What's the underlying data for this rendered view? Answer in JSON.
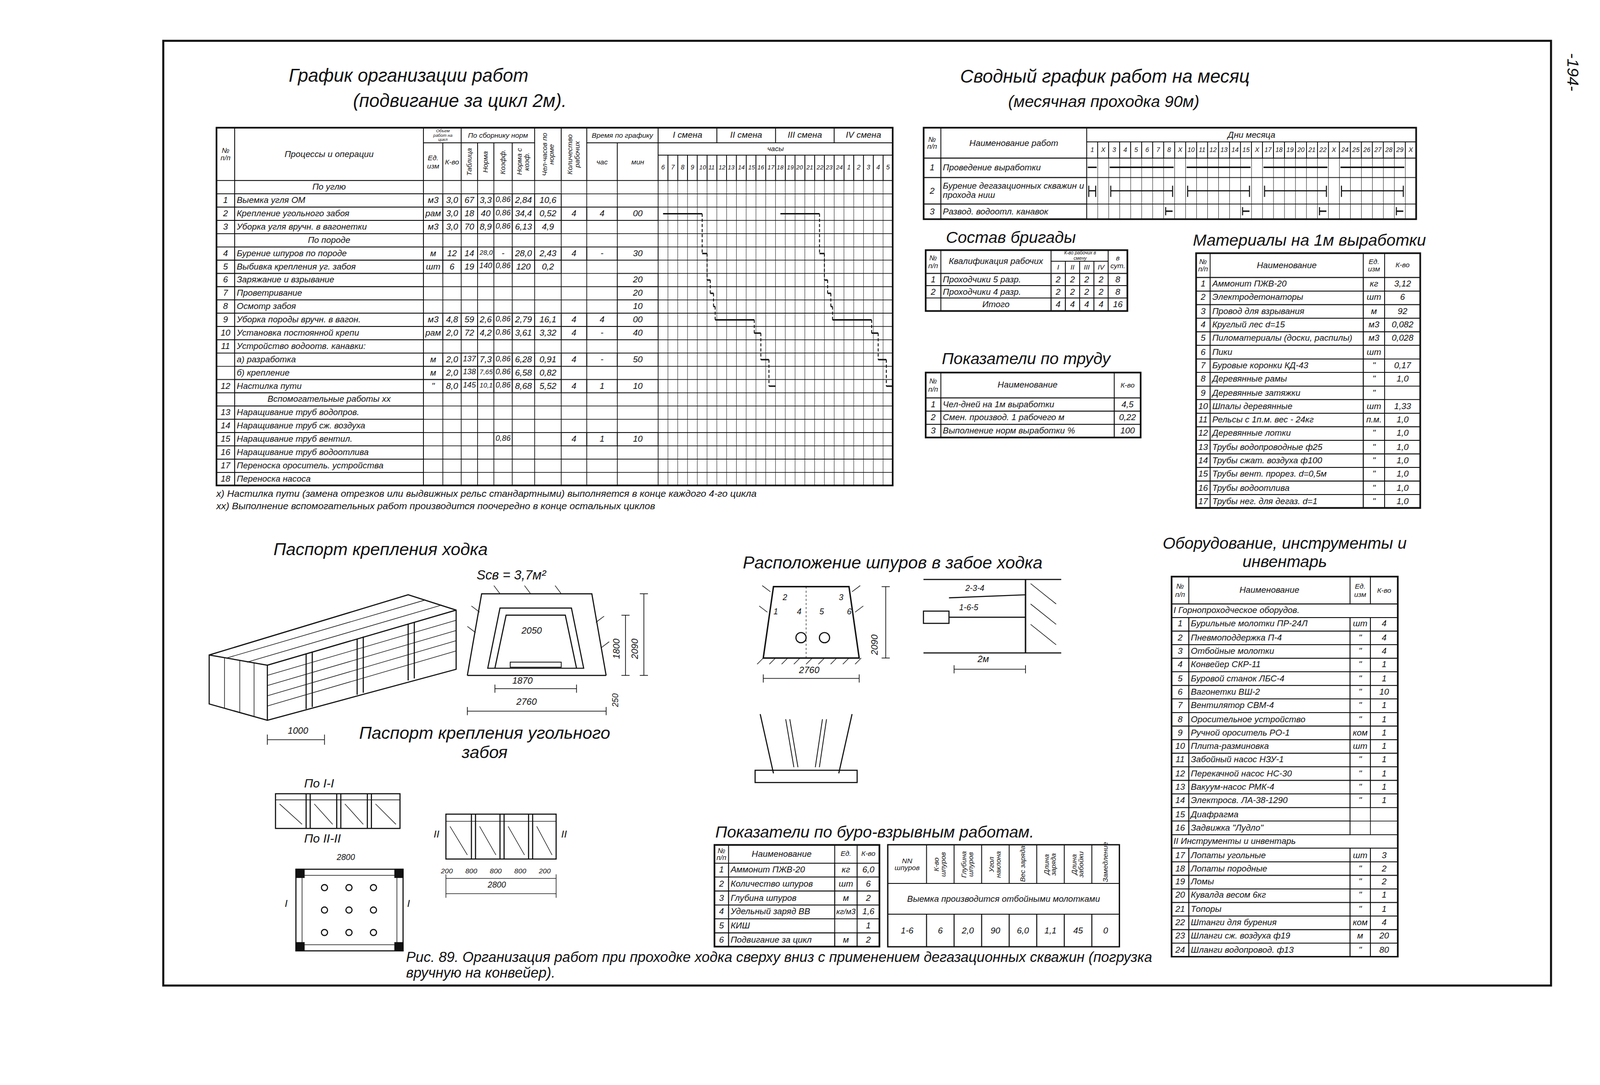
{
  "diagram": {
    "caption": "Рис. 89. Организация работ при проходке ходка сверху вниз с применением дегазационных скважин (погрузка вручную на конвейер).",
    "nodes": [
      {
        "text": [
          "График организации работ",
          "(подвигание за цикл 2м)."
        ]
      },
      {
        "text": [
          "Сводный график работ на месяц",
          "(месячная проходка 90м)"
        ]
      },
      {
        "text": [
          "Состав бригады"
        ]
      },
      {
        "text": [
          "Показатели по труду"
        ]
      },
      {
        "text": [
          "Материалы на 1м выработки"
        ]
      },
      {
        "text": [
          "Оборудование, инструменты и инвентарь"
        ]
      },
      {
        "text": [
          "Показатели по буро-взрывным работам."
        ]
      }
    ],
    "labels": [
      "-194-",
      "№ п/п",
      "Процессы и операции",
      "Объем работ на цикл",
      "Ед. изм",
      "К-во",
      "По сборнику норм",
      "Таблица",
      "Норма",
      "Коэфф.",
      "Норма с коэф.",
      "Чел-часов по норме",
      "Количество рабочих",
      "Время по графику",
      "час",
      "мин",
      "I смена",
      "II смена",
      "III смена",
      "IV смена",
      "часы",
      "6",
      "7",
      "8",
      "9",
      "10",
      "11",
      "12",
      "13",
      "14",
      "15",
      "16",
      "17",
      "18",
      "19",
      "20",
      "21",
      "22",
      "23",
      "24",
      "1",
      "2",
      "3",
      "4",
      "5",
      "По углю",
      "1",
      "Выемка угля ОМ",
      "м3",
      "3,0",
      "67",
      "3,3",
      "0,86",
      "2,84",
      "10,6",
      "2",
      "Крепление угольного забоя",
      "рам",
      "3,0",
      "18",
      "40",
      "0,86",
      "34,4",
      "0,52",
      "4",
      "4",
      "00",
      "3",
      "Уборка угля вручн. в вагонетки",
      "м3",
      "3,0",
      "70",
      "8,9",
      "0,86",
      "6,13",
      "4,9",
      "По породе",
      "4",
      "Бурение шпуров по породе",
      "м",
      "12",
      "14",
      "28,0",
      "-",
      "28,0",
      "2,43",
      "4",
      "-",
      "30",
      "5",
      "Выбивка крепления уг. забоя",
      "шт",
      "6",
      "19",
      "140",
      "0,86",
      "120",
      "0,2",
      "6",
      "Заряжание и взрывание",
      "20",
      "7",
      "Проветривание",
      "20",
      "8",
      "Осмотр забоя",
      "10",
      "9",
      "Уборка породы вручн. в вагон.",
      "м3",
      "4,8",
      "59",
      "2,6",
      "0,86",
      "2,79",
      "16,1",
      "4",
      "4",
      "00",
      "10",
      "Установка постоянной крепи",
      "рам",
      "2,0",
      "72",
      "4,2",
      "0,86",
      "3,61",
      "3,32",
      "4",
      "-",
      "40",
      "11",
      "Устройство водоотв. канавки:",
      "а) разработка",
      "м",
      "2,0",
      "137",
      "7,3",
      "0,86",
      "6,28",
      "0,91",
      "4",
      "-",
      "50",
      "б) крепление",
      "м",
      "2,0",
      "138",
      "7,65",
      "0,86",
      "6,58",
      "0,82",
      "12",
      "Настилка пути",
      "\"",
      "8,0",
      "145",
      "10,1",
      "0,86",
      "8,68",
      "5,52",
      "4",
      "1",
      "10",
      "Вспомогательные работы xx",
      "13",
      "Наращивание труб водопров.",
      "14",
      "Наращивание труб сж. воздуха",
      "15",
      "Наращивание труб вентил.",
      "0,86",
      "4",
      "1",
      "10",
      "16",
      "Наращивание труб водоотлива",
      "17",
      "Переноска ороситель. устройства",
      "18",
      "Переноска насоса",
      "x) Настилка пути (замена отрезков или выдвижных рельс стандартными) выполняется в конце каждого 4-го цикла",
      "xx) Выполнение вспомогательных работ производится поочередно в конце остальных циклов",
      "№ п/п",
      "Наименование работ",
      "Дни месяца",
      "1",
      "X",
      "3",
      "4",
      "5",
      "6",
      "7",
      "8",
      "X",
      "10",
      "11",
      "12",
      "13",
      "14",
      "15",
      "X",
      "17",
      "18",
      "19",
      "20",
      "21",
      "22",
      "X",
      "24",
      "25",
      "26",
      "27",
      "28",
      "29",
      "X",
      "1",
      "Проведение выработки",
      "2",
      "Бурение дегазационных скважин и прохода ниш",
      "3",
      "Развод. водоотл. канавок",
      "№ п/п",
      "Квалификация рабочих",
      "К-во рабочих в смену",
      "в сут.",
      "I",
      "II",
      "III",
      "IV",
      "1",
      "Проходчики 5 разр.",
      "2",
      "2",
      "2",
      "2",
      "8",
      "2",
      "Проходчики 4 разр.",
      "2",
      "2",
      "2",
      "2",
      "8",
      "Итого",
      "4",
      "4",
      "4",
      "4",
      "16",
      "№ п/п",
      "Наименование",
      "К-во",
      "1",
      "Чел-дней на 1м выработки",
      "4,5",
      "2",
      "Смен. производ. 1 рабочего м",
      "0,22",
      "3",
      "Выполнение норм выработки %",
      "100",
      "№ п/п",
      "Наименование",
      "Ед. изм",
      "К-во",
      "1",
      "Аммонит ПЖВ-20",
      "кг",
      "3,12",
      "2",
      "Электродетонаторы",
      "шт",
      "6",
      "3",
      "Провод для взрывания",
      "м",
      "92",
      "4",
      "Круглый лес d=15",
      "м3",
      "0,082",
      "5",
      "Пиломатериалы (доски, распилы)",
      "м3",
      "0,028",
      "6",
      "Пики",
      "шт",
      "7",
      "Буровые коронки КД-43",
      "\"",
      "0,17",
      "8",
      "Деревянные рамы",
      "\"",
      "1,0",
      "9",
      "Деревянные затяжки",
      "\"",
      "10",
      "Шпалы деревянные",
      "шт",
      "1,33",
      "11",
      "Рельсы с 1п.м. вес - 24кг",
      "п.м.",
      "1,0",
      "12",
      "Деревянные лотки",
      "\"",
      "1,0",
      "13",
      "Трубы водопроводные ф25",
      "\"",
      "1,0",
      "14",
      "Трубы сжат. воздуха ф100",
      "\"",
      "1,0",
      "15",
      "Трубы вент. прорез. d=0,5м",
      "\"",
      "1,0",
      "16",
      "Трубы водоотлива",
      "\"",
      "1,0",
      "17",
      "Трубы нег. для дегаз. d=1",
      "\"",
      "1,0",
      "№ п/п",
      "Наименование",
      "Ед. изм",
      "К-во",
      "I Горнопроходческое оборудов.",
      "1",
      "Бурильные молотки ПР-24Л",
      "шт",
      "4",
      "2",
      "Пневмоподдержка П-4",
      "\"",
      "4",
      "3",
      "Отбойные молотки",
      "\"",
      "4",
      "4",
      "Конвейер СКР-11",
      "\"",
      "1",
      "5",
      "Буровой станок ЛБС-4",
      "\"",
      "1",
      "6",
      "Вагонетки ВШ-2",
      "\"",
      "10",
      "7",
      "Вентилятор СВМ-4",
      "\"",
      "1",
      "8",
      "Оросительное устройство",
      "\"",
      "1",
      "9",
      "Ручной ороситель РО-1",
      "ком",
      "1",
      "10",
      "Плита-разминовка",
      "шт",
      "1",
      "11",
      "Забойный насос НЗУ-1",
      "\"",
      "1",
      "12",
      "Перекачной насос НС-30",
      "\"",
      "1",
      "13",
      "Вакуум-насос РМК-4",
      "\"",
      "1",
      "14",
      "Электросв. ЛА-38-1290",
      "\"",
      "1",
      "15",
      "Диафрагма",
      "16",
      "Задвижка \"Лудло\"",
      "II Инструменты и инвентарь",
      "17",
      "Лопаты угольные",
      "шт",
      "3",
      "18",
      "Лопаты породные",
      "\"",
      "2",
      "19",
      "Ломы",
      "\"",
      "2",
      "20",
      "Кувалда весом 6кг",
      "\"",
      "1",
      "21",
      "Топоры",
      "\"",
      "1",
      "22",
      "Штанги для бурения",
      "ком",
      "4",
      "23",
      "Шланги сж. воздуха ф19",
      "м",
      "20",
      "24",
      "Шланги водопровод. ф13",
      "\"",
      "80",
      "Паспорт крепления ходка",
      "Sсв = 3,7м²",
      "2050",
      "1800",
      "2090",
      "1870",
      "2760",
      "250",
      "1000",
      "Паспорт крепления угольного забоя",
      "По I-I",
      "По II-II",
      "2800",
      "II",
      "II",
      "200",
      "800",
      "800",
      "800",
      "200",
      "2800",
      "I",
      "I",
      "Расположение шпуров в забое ходка",
      "1",
      "2",
      "3",
      "4",
      "5",
      "6",
      "2760",
      "2090",
      "2-3-4",
      "1-6-5",
      "2м",
      "№ п/п",
      "Наименование",
      "Ед.",
      "К-во",
      "1",
      "Аммонит ПЖВ-20",
      "кг",
      "6,0",
      "2",
      "Количество шпуров",
      "шт",
      "6",
      "3",
      "Глубина шпуров",
      "м",
      "2",
      "4",
      "Удельный заряд ВВ",
      "кг/м3",
      "1,6",
      "5",
      "КИШ",
      "1",
      "6",
      "Подвигание за цикл",
      "м",
      "2",
      "NN шпуров",
      "К-во шпуров",
      "Глубина шпуров",
      "Угол наклона",
      "Вес заряда",
      "Длина заряда",
      "Длина забойки",
      "Замедление",
      "Выемка производится отбойными молотками",
      "1-6",
      "6",
      "2,0",
      "90",
      "6,0",
      "1,1",
      "45",
      "0"
    ]
  }
}
